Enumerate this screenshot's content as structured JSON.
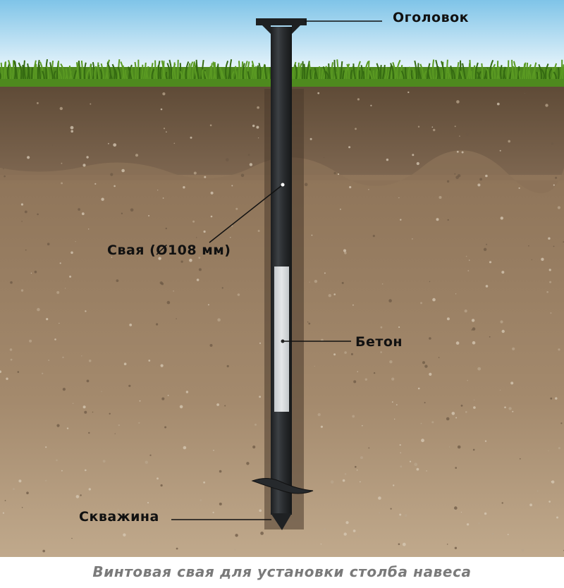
{
  "labels": {
    "head": "Оголовок",
    "pile": "Свая (Ø108 мм)",
    "concrete": "Бетон",
    "borehole": "Скважина"
  },
  "caption": "Винтовая свая для установки столба навеса",
  "colors": {
    "sky_top": "#7fc4e8",
    "sky_bottom": "#e9f5fb",
    "grass": "#4e8a1e",
    "topsoil": "#6f5a43",
    "subsoil": "#9a8064",
    "pile": "#2b2e31",
    "concrete": "#d9dcde"
  }
}
